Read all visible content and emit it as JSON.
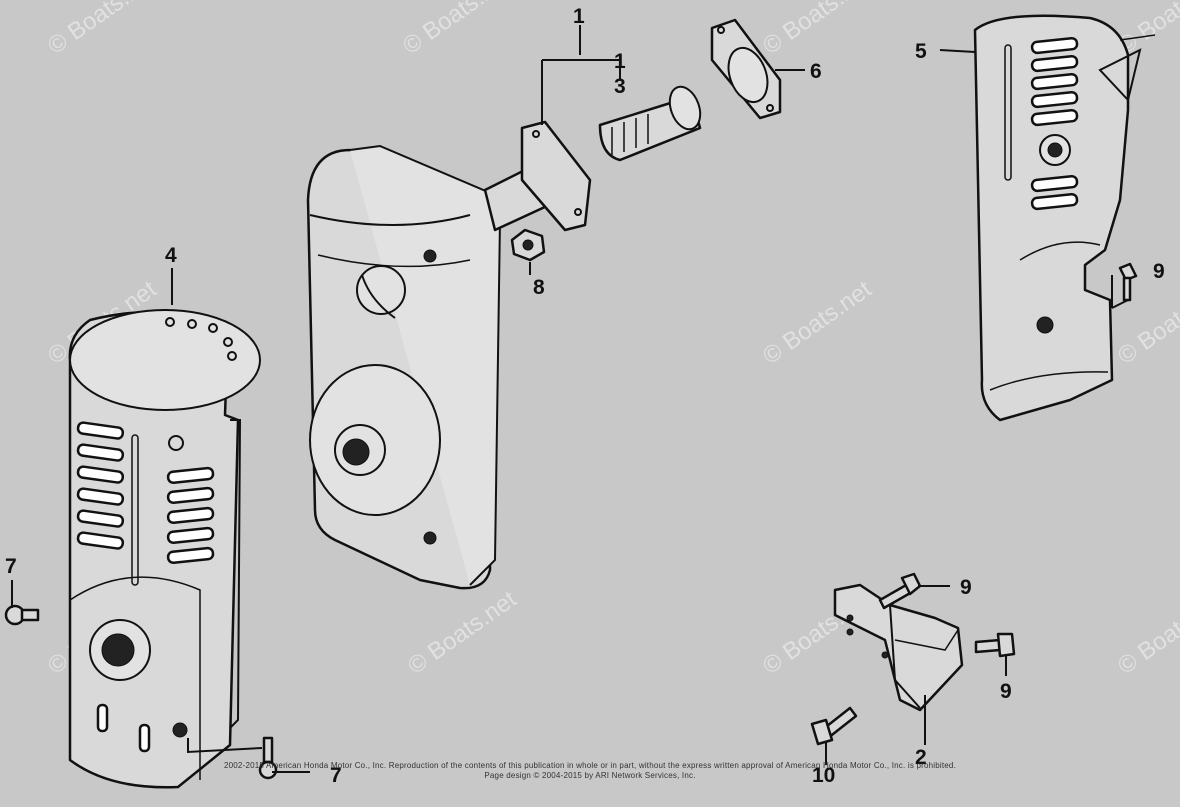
{
  "callouts": {
    "c1": "1",
    "c2": "2",
    "c3": "3",
    "c4": "4",
    "c5": "5",
    "c6": "6",
    "c7a": "7",
    "c7b": "7",
    "c8": "8",
    "c9a": "9",
    "c9b": "9",
    "c9c": "9",
    "c10": "10"
  },
  "watermark": "© Boats.net",
  "copyright": {
    "line1": "2002-2015 American Honda Motor Co., Inc. Reproduction of the contents of this publication in whole or in part, without the express written approval of American Honda Motor Co., Inc. is prohibited.",
    "line2": "Page design © 2004-2015 by ARI Network Services, Inc."
  },
  "colors": {
    "background": "#c8c8c8",
    "ink": "#111111"
  }
}
